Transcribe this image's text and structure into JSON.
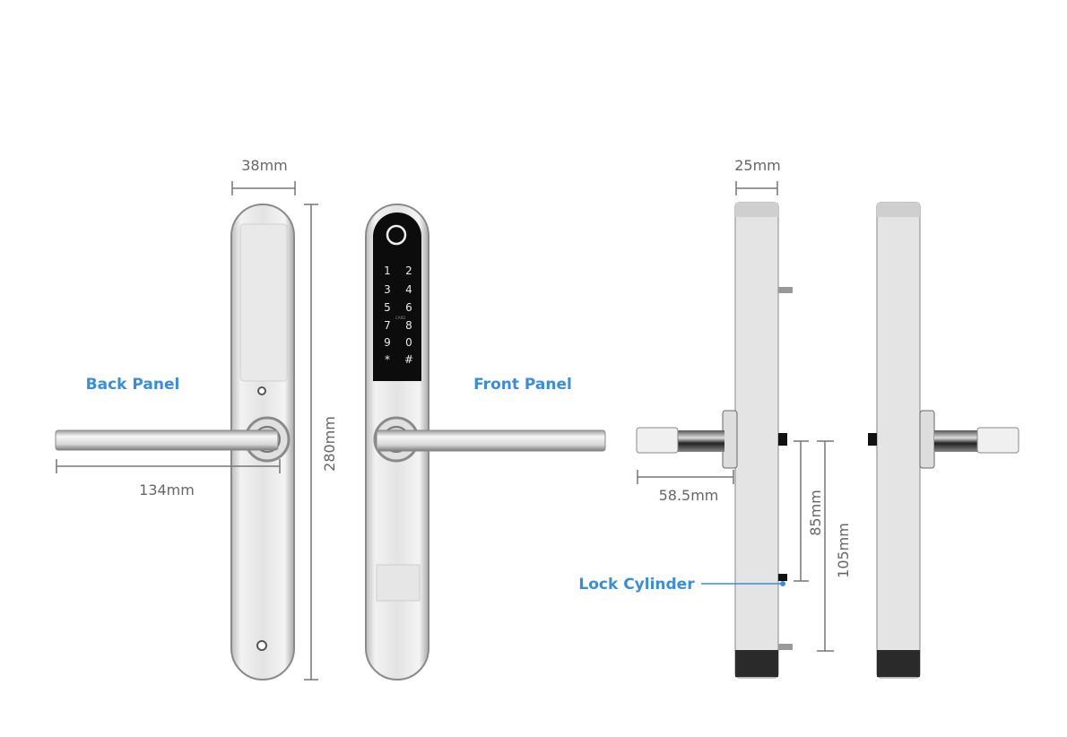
{
  "labels": {
    "back_panel": "Back Panel",
    "front_panel": "Front Panel",
    "lock_cylinder": "Lock Cylinder"
  },
  "dimensions": {
    "back_width": "38mm",
    "height": "280mm",
    "handle_length": "134mm",
    "side_width": "25mm",
    "spindle_length": "58.5mm",
    "spacing_85": "85mm",
    "spacing_105": "105mm"
  },
  "keypad": {
    "keys": [
      "1",
      "2",
      "3",
      "4",
      "5",
      "6",
      "7",
      "8",
      "9",
      "0",
      "*",
      "#"
    ],
    "card_mark": "CARD"
  },
  "colors": {
    "label_blue": "#3b8ed6",
    "dimension_gray": "#666666"
  }
}
